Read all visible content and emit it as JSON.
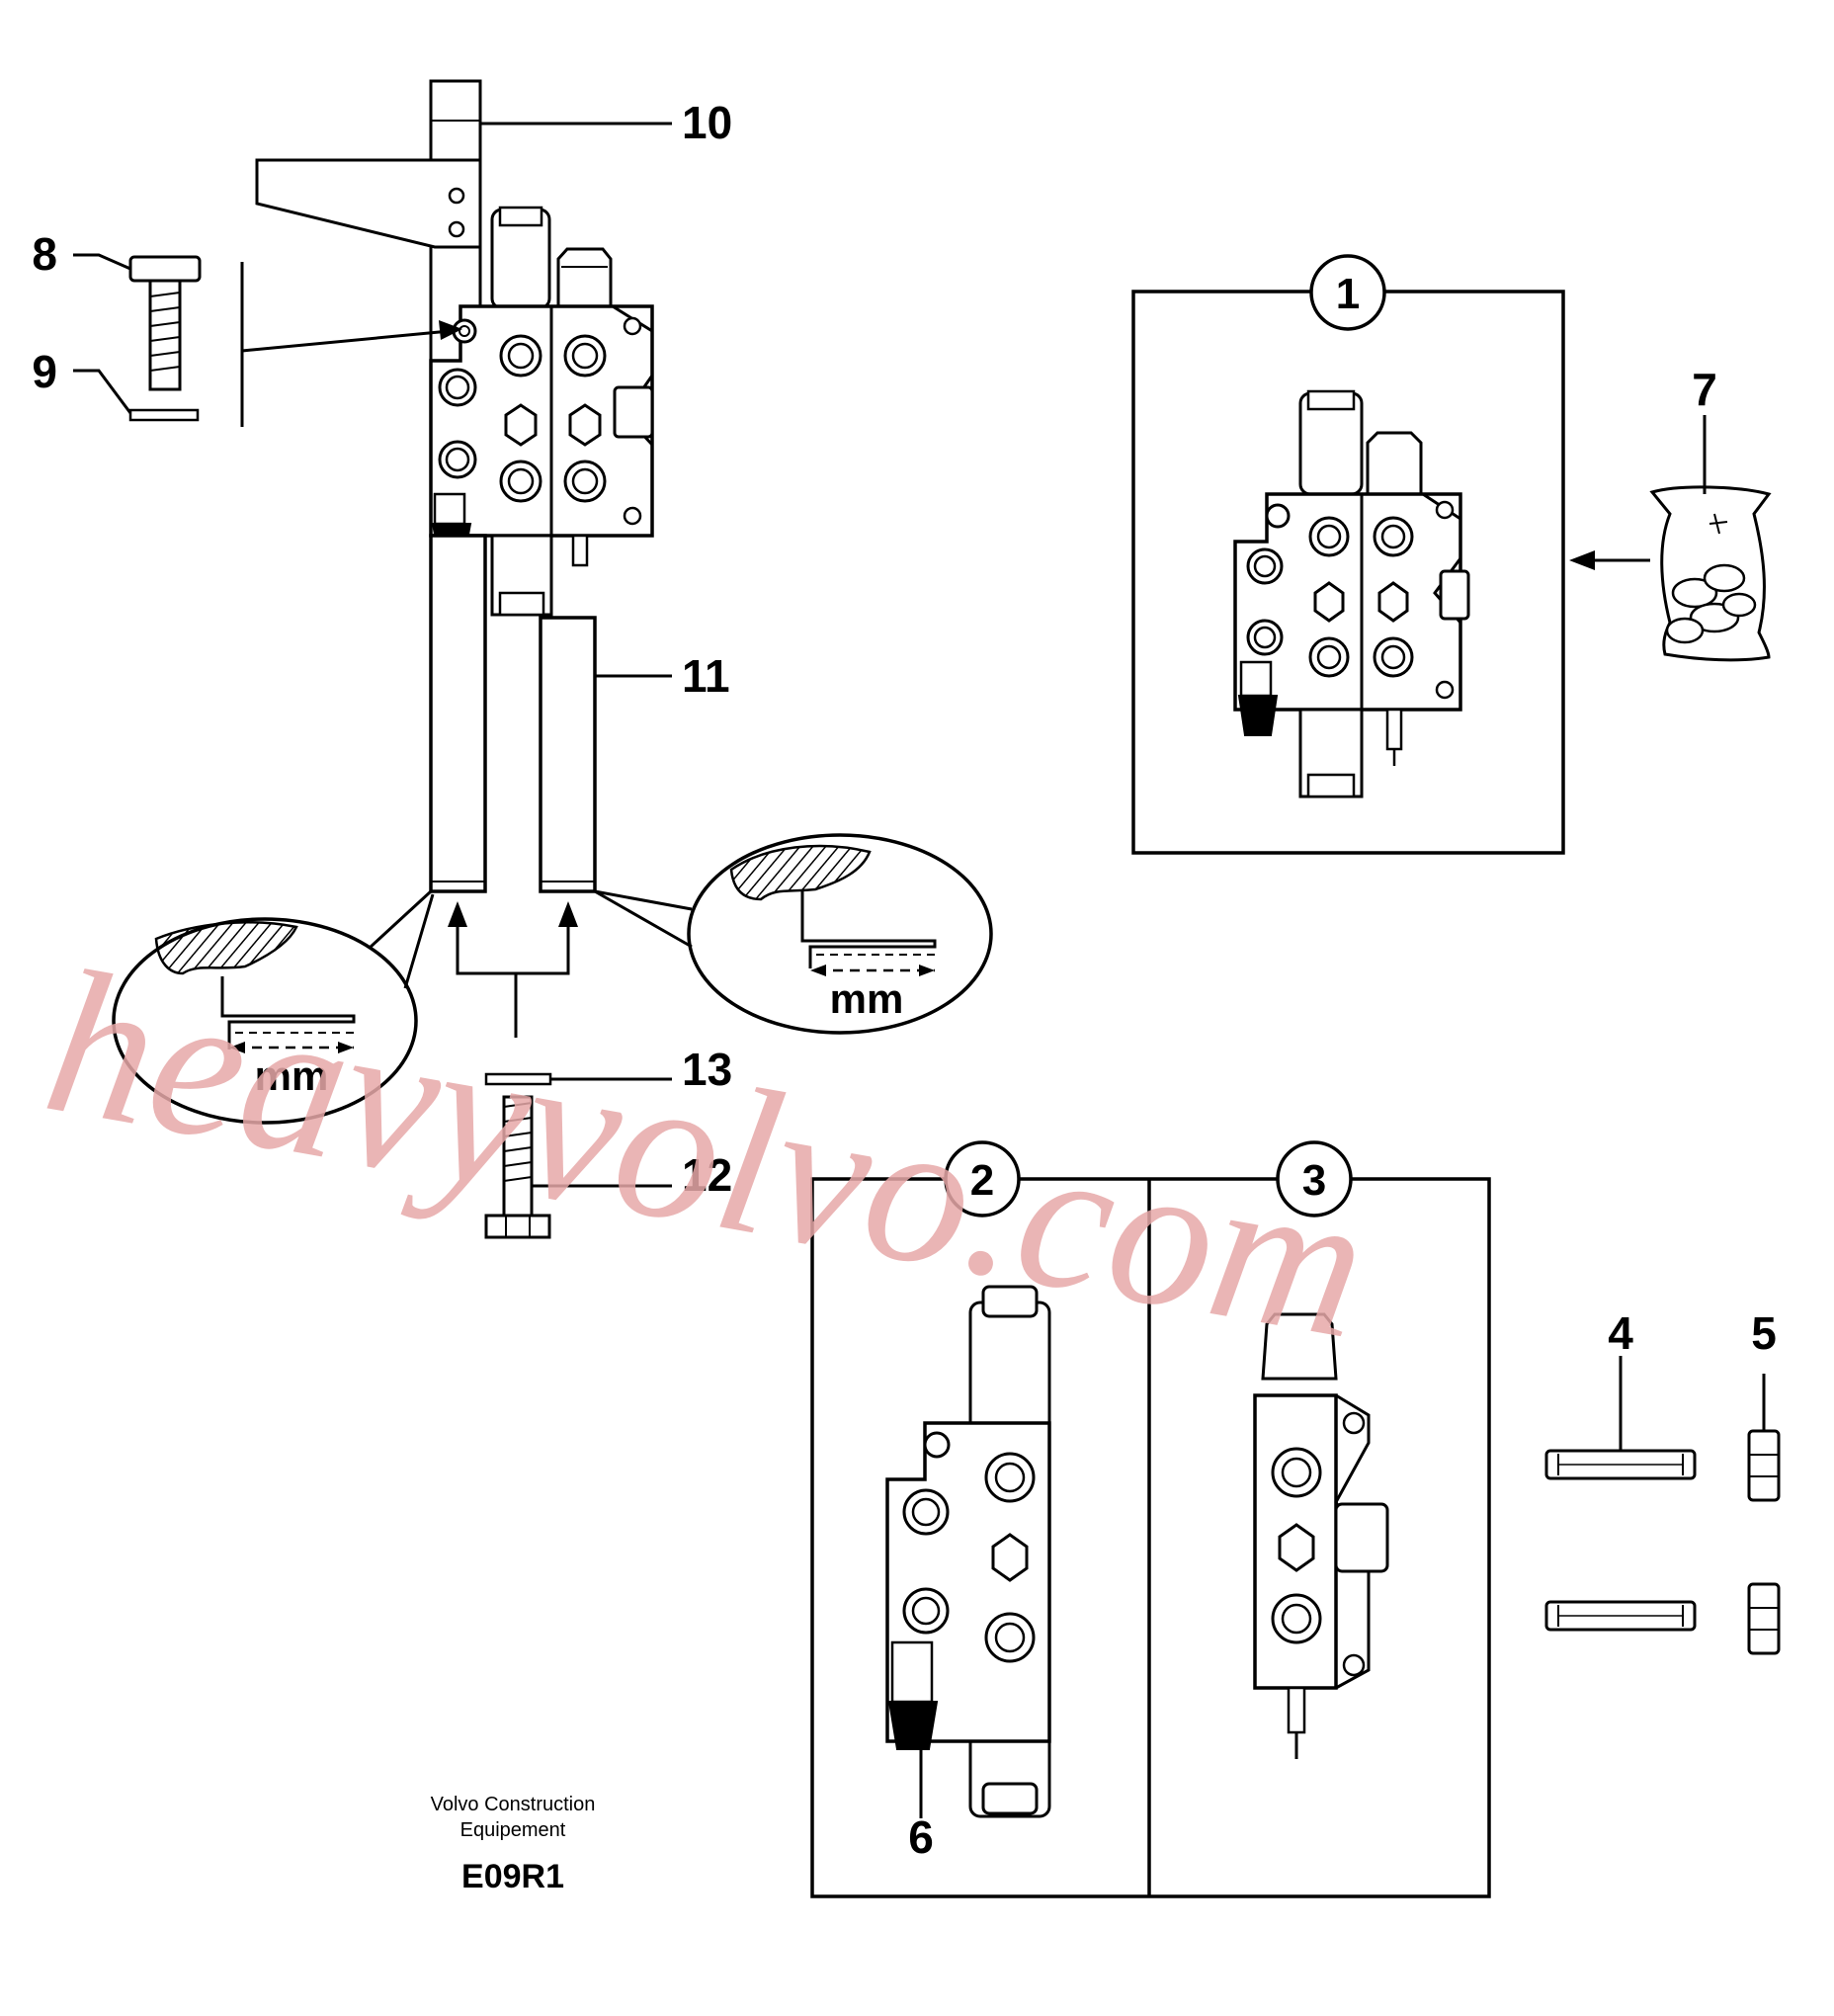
{
  "callouts": {
    "c1": "1",
    "c2": "2",
    "c3": "3",
    "c4": "4",
    "c5": "5",
    "c6": "6",
    "c7": "7",
    "c8": "8",
    "c9": "9",
    "c10": "10",
    "c11": "11",
    "c12": "12",
    "c13": "13"
  },
  "unit_left": "mm",
  "unit_right": "mm",
  "footer": {
    "line1": "Volvo Construction",
    "line2": "Equipement",
    "code": "E09R1"
  },
  "watermark": "heavyvolvo.com"
}
